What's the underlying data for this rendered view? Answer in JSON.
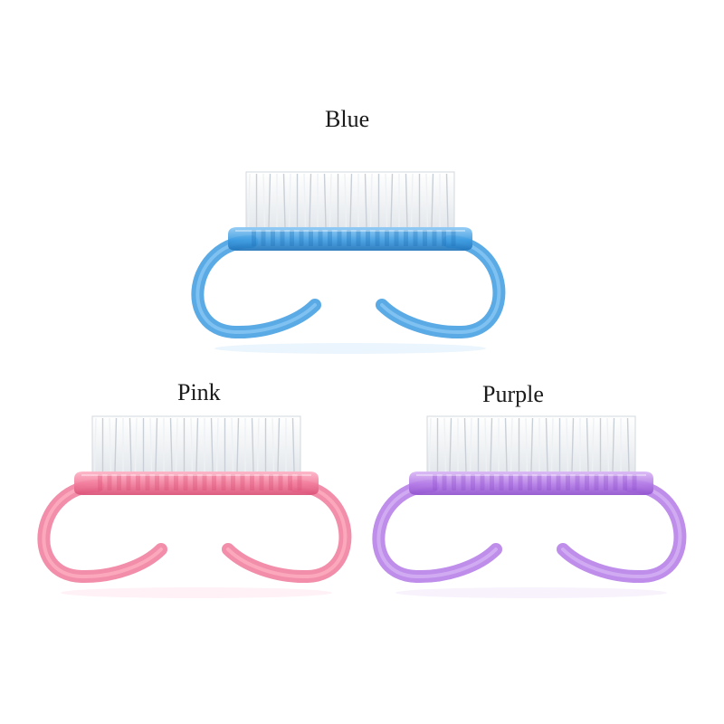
{
  "products": [
    {
      "id": "blue",
      "label": "Blue",
      "color": "#3d9be0",
      "color_light": "#8fcaf5",
      "color_dark": "#1f72b8"
    },
    {
      "id": "pink",
      "label": "Pink",
      "color": "#f07a9a",
      "color_light": "#ffb3c6",
      "color_dark": "#d94f75"
    },
    {
      "id": "purple",
      "label": "Purple",
      "color": "#b37ae6",
      "color_light": "#d9b8f5",
      "color_dark": "#8f50cc"
    }
  ]
}
